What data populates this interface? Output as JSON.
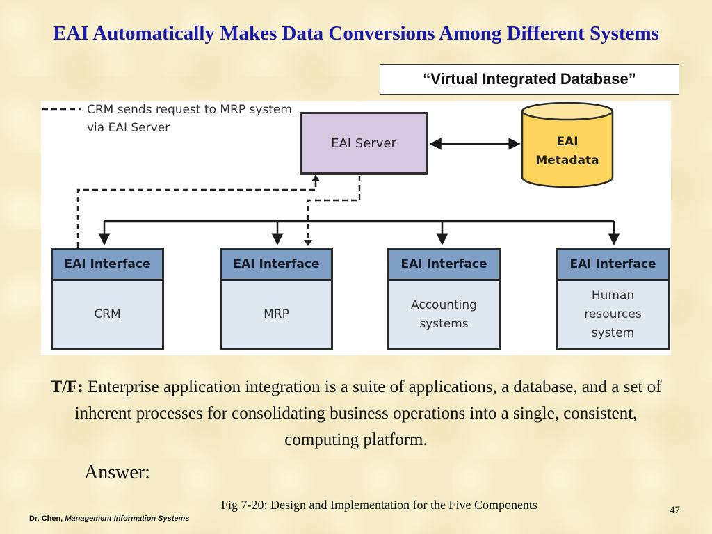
{
  "slide": {
    "title": "EAI Automatically Makes Data Conversions Among Different Systems",
    "subtitle_box": "“Virtual Integrated Database”",
    "page_number": "47"
  },
  "diagram": {
    "legend": "CRM sends request to MRP system via EAI Server",
    "server": "EAI Server",
    "metadata": [
      "EAI",
      "Metadata"
    ],
    "interfaces": [
      {
        "header": "EAI Interface",
        "system": "CRM"
      },
      {
        "header": "EAI Interface",
        "system": "MRP"
      },
      {
        "header": "EAI Interface",
        "system": "Accounting systems"
      },
      {
        "header": "EAI Interface",
        "system": "Human resources system"
      }
    ]
  },
  "question": {
    "prefix": "T/F:",
    "text": " Enterprise application integration is a suite of applications, a database, and a set of inherent processes for consolidating business operations into a single, consistent, computing platform.",
    "answer_label": "Answer:"
  },
  "caption": "Fig 7-20: Design and Implementation for the Five Components",
  "footer": {
    "author": "Dr. Chen, ",
    "course": "Management Information Systems"
  }
}
